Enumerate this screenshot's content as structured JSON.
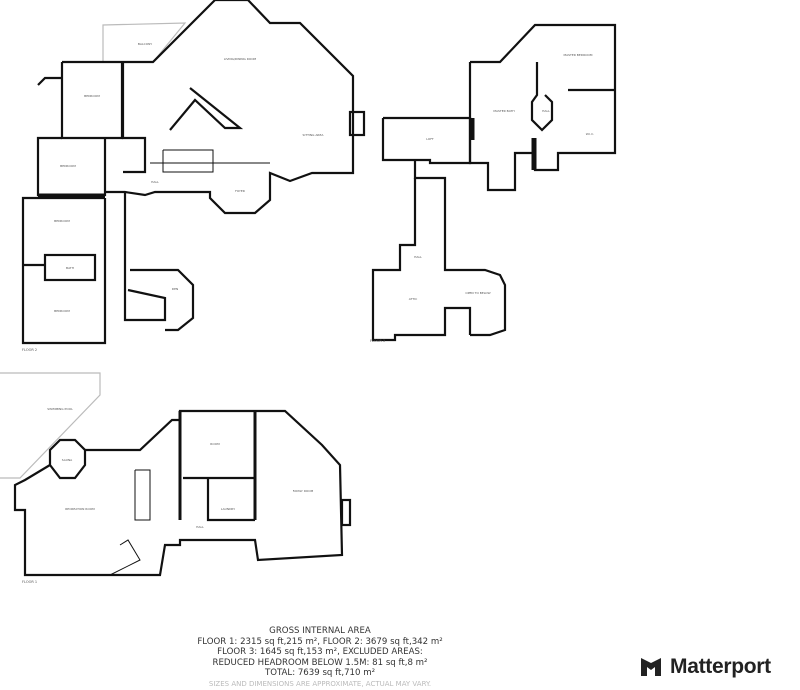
{
  "floors": [
    {
      "label": "FLOOR 2",
      "rooms": [
        "LIVING/DINING ROOM",
        "SITTING AREA",
        "BALCONY",
        "BEDROOM",
        "BEDROOM",
        "BEDROOM",
        "BEDROOM",
        "BATH",
        "HALL",
        "FOYER",
        "DEN"
      ]
    },
    {
      "label": "FLOOR 3",
      "rooms": [
        "MASTER BEDROOM",
        "MASTER BATH",
        "HALL",
        "W.I.C.",
        "LOFT",
        "HALL",
        "ATTIC",
        "OPEN TO BELOW"
      ]
    },
    {
      "label": "FLOOR 1",
      "rooms": [
        "SWIMMING POOL",
        "SAUNA",
        "RECREATION ROOM",
        "ROOM",
        "FAMILY ROOM",
        "LAUNDRY",
        "HALL"
      ]
    }
  ],
  "summary": {
    "title": "GROSS INTERNAL AREA",
    "line1": "FLOOR 1: 2315 sq ft,215 m², FLOOR 2: 3679 sq ft,342 m²",
    "line2": "FLOOR 3: 1645 sq ft,153 m², EXCLUDED AREAS:",
    "line3": "REDUCED HEADROOM BELOW 1.5M: 81 sq ft,8 m²",
    "line4": "TOTAL: 7639 sq ft,710 m²",
    "disclaimer": "SIZES AND DIMENSIONS ARE APPROXIMATE, ACTUAL MAY VARY."
  },
  "brand": {
    "name": "Matterport",
    "color": "#222222"
  }
}
